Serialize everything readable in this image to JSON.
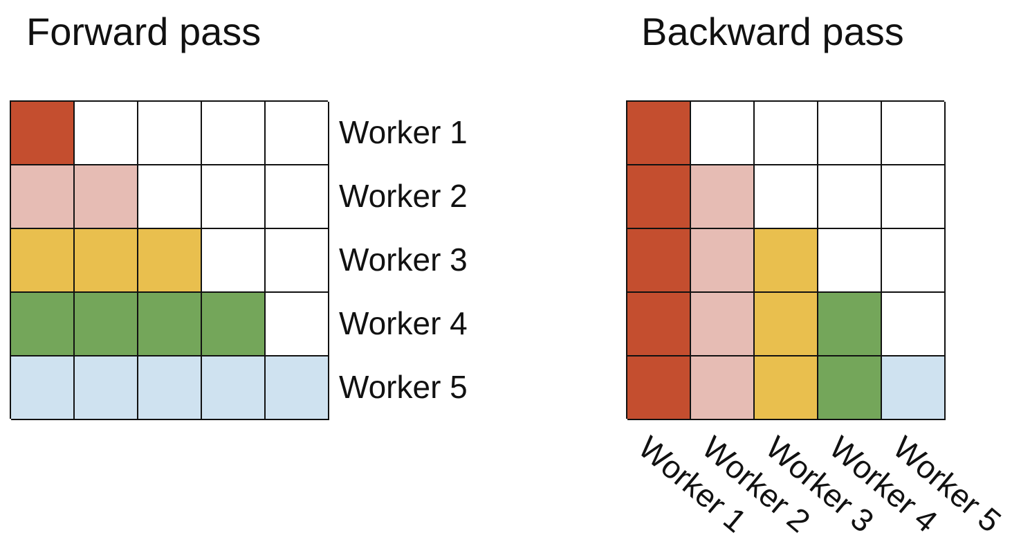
{
  "forward": {
    "title": "Forward pass",
    "row_labels": [
      "Worker 1",
      "Worker 2",
      "Worker 3",
      "Worker 4",
      "Worker 5"
    ],
    "cells": [
      [
        1,
        0,
        0,
        0,
        0
      ],
      [
        2,
        2,
        0,
        0,
        0
      ],
      [
        3,
        3,
        3,
        0,
        0
      ],
      [
        4,
        4,
        4,
        4,
        0
      ],
      [
        5,
        5,
        5,
        5,
        5
      ]
    ]
  },
  "backward": {
    "title": "Backward pass",
    "col_labels": [
      "Worker 1",
      "Worker 2",
      "Worker 3",
      "Worker 4",
      "Worker 5"
    ],
    "cells": [
      [
        1,
        0,
        0,
        0,
        0
      ],
      [
        1,
        2,
        0,
        0,
        0
      ],
      [
        1,
        2,
        3,
        0,
        0
      ],
      [
        1,
        2,
        3,
        4,
        0
      ],
      [
        1,
        2,
        3,
        4,
        5
      ]
    ]
  },
  "colors": {
    "empty": "#ffffff",
    "1": "#c44e2f",
    "2": "#e6bcb4",
    "3": "#e9bf4e",
    "4": "#74a65a",
    "5": "#cfe2f0"
  }
}
